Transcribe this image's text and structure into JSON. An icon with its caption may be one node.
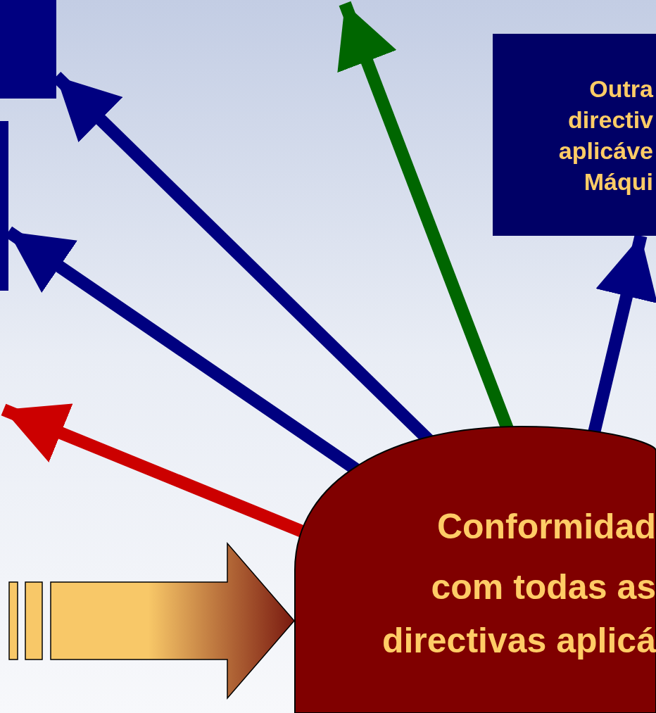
{
  "diagram": {
    "nodes": [
      {
        "text": [
          "Outra directiv aplicáve Máqui"
        ]
      },
      {
        "text": [
          "Conformidad",
          "com todas as directivas aplicá"
        ]
      },
      {
        "text": [],
        "shape": "box"
      },
      {
        "text": [],
        "shape": "box"
      }
    ],
    "edges": [
      {
        "from": 1,
        "to": null,
        "arrow": "to",
        "color": "#006600"
      },
      {
        "from": 1,
        "to": 2,
        "arrow": "to"
      },
      {
        "from": 1,
        "to": 3,
        "arrow": "to"
      },
      {
        "from": 1,
        "to": null,
        "arrow": "to",
        "color": "#cc0000"
      },
      {
        "from": 1,
        "to": 0,
        "arrow": "to"
      },
      {
        "from": null,
        "to": 1,
        "arrow": "to",
        "style": "thick",
        "color": "#f8c868"
      }
    ]
  }
}
